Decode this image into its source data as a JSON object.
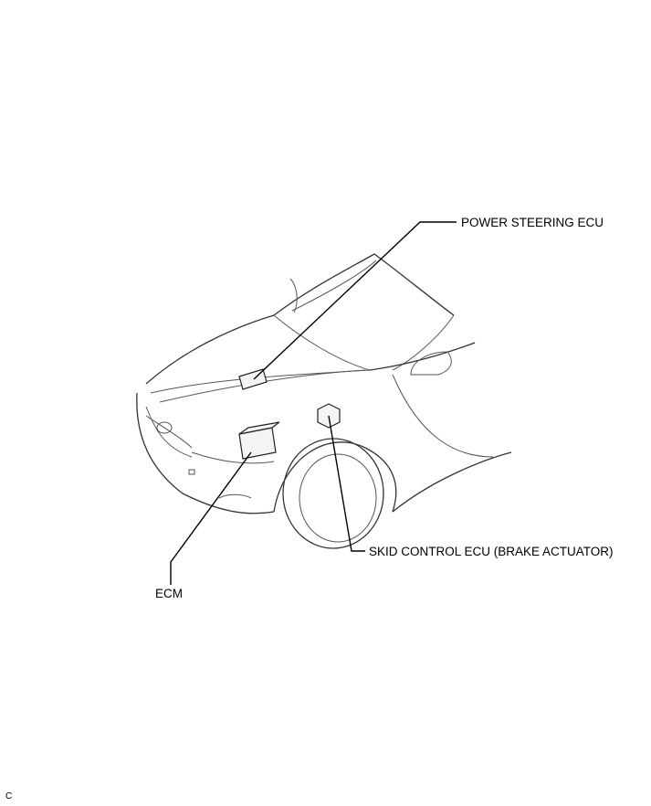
{
  "callouts": {
    "power_steering_ecu": "POWER STEERING ECU",
    "skid_control_ecu": "SKID CONTROL ECU (BRAKE ACTUATOR)",
    "ecm": "ECM"
  },
  "figure_code": "C",
  "colors": {
    "line": "#555555",
    "leader": "#000000",
    "background": "#ffffff"
  }
}
